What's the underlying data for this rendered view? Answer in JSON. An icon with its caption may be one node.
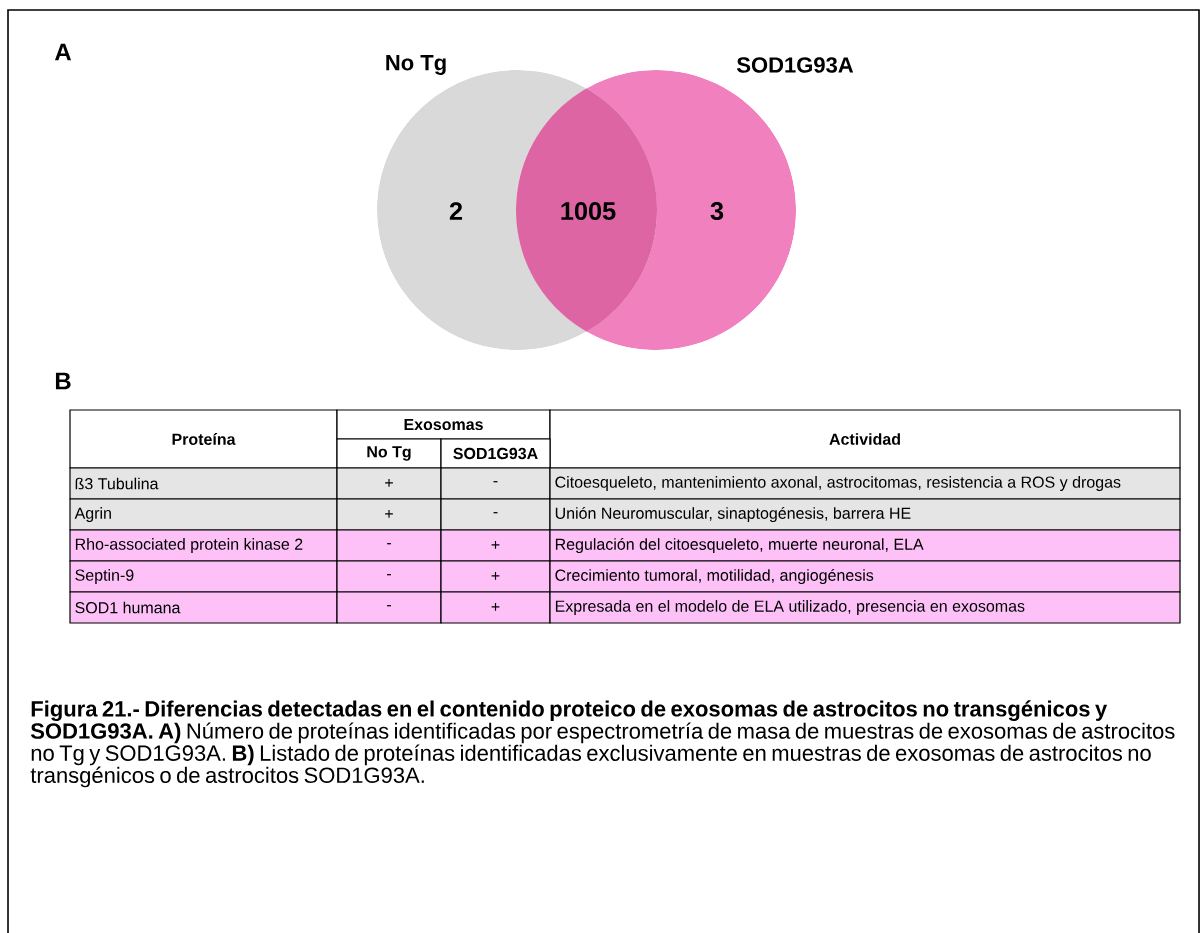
{
  "diagram": {
    "caption": "**Figura 21.- Diferencias detectadas en el contenido proteico de exosomas de astrocitos no transgénicos y SOD1G93A. A)** Número de proteínas identificadas por espectrometría de masa de muestras de exosomas de astrocitos no Tg y SOD1G93A. **B)** Listado de proteínas identificadas exclusivamente en muestras de exosomas de astrocitos no transgénicos o de astrocitos SOD1G93A.",
    "nodes": [
      {
        "text": [
          "No Tg",
          "2"
        ]
      },
      {
        "text": [
          "SOD1G93A",
          "3"
        ]
      }
    ],
    "labels": [
      "A",
      "1005",
      "B",
      "Proteína",
      "Exosomas",
      "Actividad",
      "No Tg",
      "SOD1G93A",
      "ß3 Tubulina",
      "+",
      "-",
      "Citoesqueleto, mantenimiento axonal, astrocitomas, resistencia a ROS y drogas",
      "Agrin",
      "+",
      "-",
      "Unión Neuromuscular, sinaptogénesis, barrera HE",
      "Rho-associated protein kinase 2",
      "-",
      "+",
      "Regulación del citoesqueleto, muerte neuronal, ELA",
      "Septin-9",
      "-",
      "+",
      "Crecimiento tumoral, motilidad, angiogénesis",
      "SOD1 humana",
      "-",
      "+",
      "Expresada en el modelo de ELA utilizado, presencia en exosomas"
    ]
  }
}
